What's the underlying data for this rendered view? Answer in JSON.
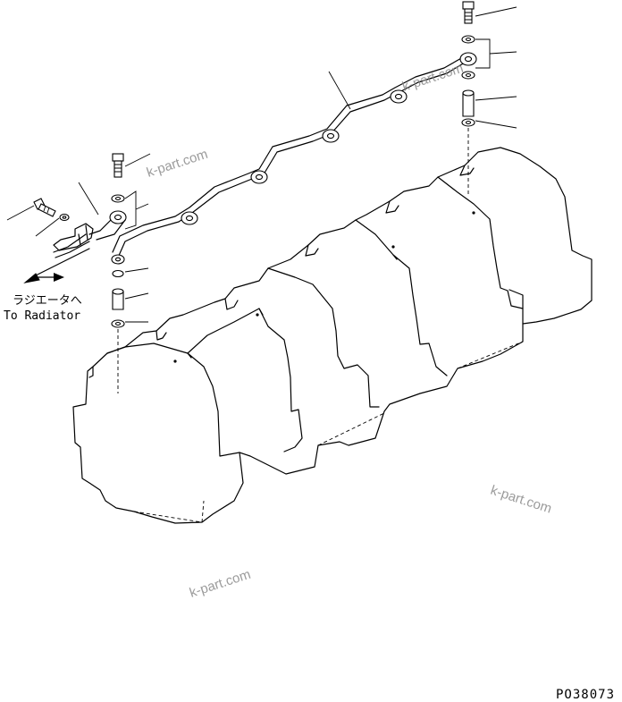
{
  "labels": {
    "radiator_jp": "ラジエータへ",
    "radiator_en": "To Radiator"
  },
  "figure_code": "PO38073",
  "watermarks": [
    "k-part.com",
    "k-part.com",
    "k-part.com",
    "k-part.com"
  ]
}
